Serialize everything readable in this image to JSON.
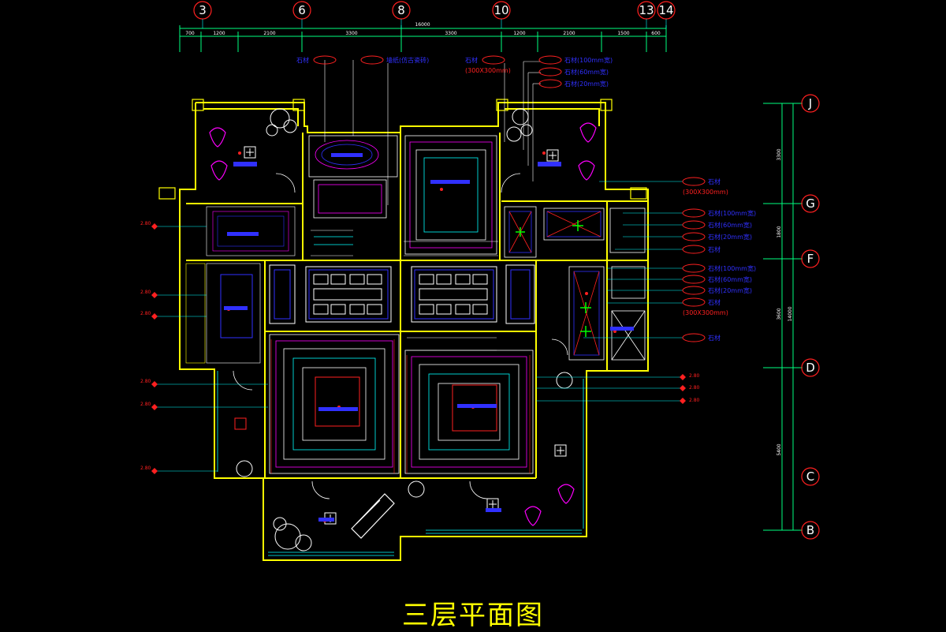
{
  "drawing": {
    "title": "三层平面图",
    "background": "#000000",
    "colors": {
      "wall": "#ffff00",
      "grid": "#00ffff",
      "furniture": "#ffffff",
      "ceiling": "#ff00ff",
      "annotation_red": "#ff2020",
      "annotation_blue": "#3030ff",
      "dim": "#00ff80"
    }
  },
  "grid_top": [
    "3",
    "6",
    "8",
    "10",
    "13",
    "14"
  ],
  "grid_right": [
    "J",
    "G",
    "F",
    "D",
    "C",
    "B"
  ],
  "dims_top": {
    "total": "16000",
    "segments": [
      "700",
      "1200",
      "2100",
      "3300",
      "3300",
      "1200",
      "2100",
      "1500",
      "600"
    ]
  },
  "dims_right": {
    "total": "14000",
    "segments": [
      "3300",
      "1800",
      "3600",
      "5400"
    ]
  },
  "top_notes": {
    "n1": "石材",
    "n2": "墙纸(仿古瓷砖)",
    "n3": "石材",
    "n3b": "(300X300mm)",
    "n4": "石材(100mm宽)",
    "n5": "石材(60mm宽)",
    "n6": "石材(20mm宽)"
  },
  "right_notes": [
    {
      "text": "石材",
      "sub": "(300X300mm)"
    },
    {
      "text": "石材(100mm宽)"
    },
    {
      "text": "石材(60mm宽)"
    },
    {
      "text": "石材(20mm宽)"
    },
    {
      "text": "石材"
    },
    {
      "text": "石材(100mm宽)"
    },
    {
      "text": "石材(60mm宽)"
    },
    {
      "text": "石材(20mm宽)"
    },
    {
      "text": "石材",
      "sub": "(300X300mm)"
    },
    {
      "text": "石材"
    }
  ],
  "elevation_tags_left": [
    "2.80",
    "2.80",
    "2.80",
    "2.80",
    "2.80",
    "2.80"
  ],
  "elevation_tags_right": [
    "2.80",
    "2.80",
    "2.80"
  ]
}
